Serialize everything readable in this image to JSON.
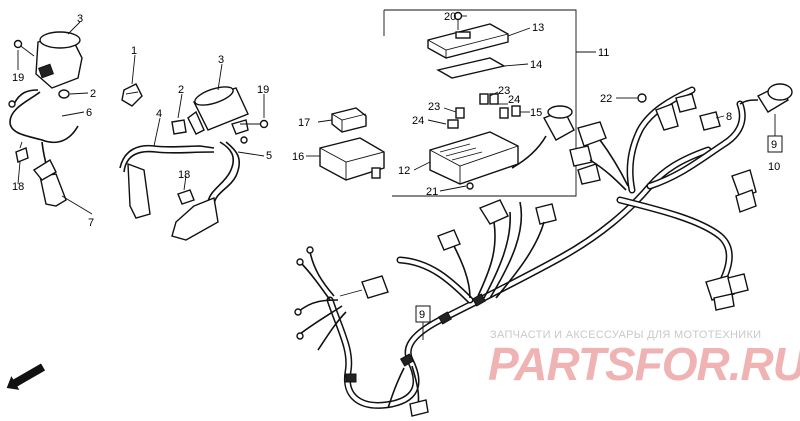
{
  "diagram": {
    "callouts": {
      "c1": "1",
      "c2a": "2",
      "c2b": "2",
      "c3a": "3",
      "c3b": "3",
      "c4": "4",
      "c5": "5",
      "c6": "6",
      "c7": "7",
      "c8": "8",
      "c9a": "9",
      "c9b": "9",
      "c10": "10",
      "c11": "11",
      "c12": "12",
      "c13": "13",
      "c14": "14",
      "c15": "15",
      "c16": "16",
      "c17": "17",
      "c18a": "18",
      "c18b": "18",
      "c19a": "19",
      "c19b": "19",
      "c20": "20",
      "c21": "21",
      "c22": "22",
      "c23a": "23",
      "c23b": "23",
      "c24a": "24",
      "c24b": "24"
    },
    "direction_label": "FWD",
    "watermark_caption": "ЗАПЧАСТИ И АКСЕССУАРЫ ДЛЯ МОТОТЕХНИКИ",
    "watermark_logo": "PARTSFOR.RU"
  }
}
